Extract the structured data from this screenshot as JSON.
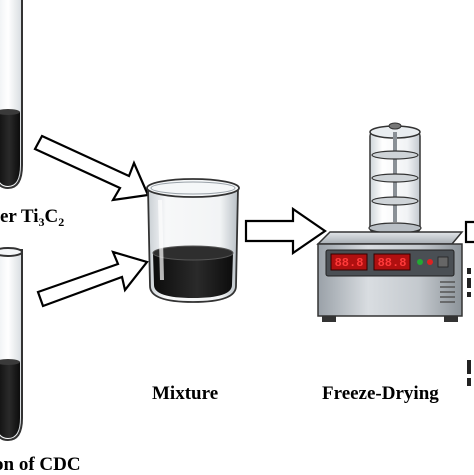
{
  "labels": {
    "ti3c2_prefix": "er Ti",
    "ti3c2_sub1": "3",
    "ti3c2_mid": "C",
    "ti3c2_sub2": "2",
    "cdc": "on of CDC",
    "mixture": "Mixture",
    "freeze_drying": "Freeze-Drying"
  },
  "display": {
    "left_value": "88.8",
    "right_value": "88.8"
  },
  "colors": {
    "liquid": "#1a1a1a",
    "display_bg": "#b01010",
    "display_digits": "#ff3a3a",
    "machine_body": "#c8cdd2",
    "machine_top": "#a9aeb4",
    "arrow_stroke": "#000000"
  }
}
